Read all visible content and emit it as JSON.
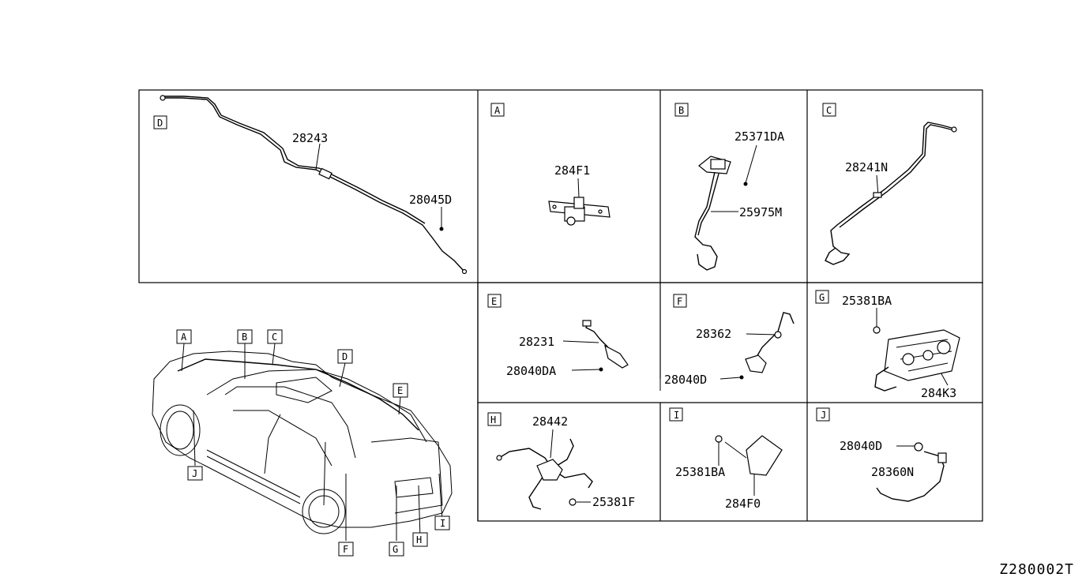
{
  "diagram_code": "Z280002T",
  "panels": {
    "D": {
      "letter": "D",
      "parts": [
        "28243",
        "28045D"
      ]
    },
    "A": {
      "letter": "A",
      "parts": [
        "284F1"
      ]
    },
    "B": {
      "letter": "B",
      "parts": [
        "25371DA",
        "25975M"
      ]
    },
    "C": {
      "letter": "C",
      "parts": [
        "28241N"
      ]
    },
    "E": {
      "letter": "E",
      "parts": [
        "28231",
        "28040DA"
      ]
    },
    "F": {
      "letter": "F",
      "parts": [
        "28362",
        "28040D"
      ]
    },
    "G": {
      "letter": "G",
      "parts": [
        "25381BA",
        "284K3"
      ]
    },
    "H": {
      "letter": "H",
      "parts": [
        "28442",
        "25381F"
      ]
    },
    "I": {
      "letter": "I",
      "parts": [
        "25381BA",
        "284F0"
      ]
    },
    "J": {
      "letter": "J",
      "parts": [
        "28040D",
        "28360N"
      ]
    }
  },
  "car_callouts": [
    "A",
    "B",
    "C",
    "D",
    "E",
    "F",
    "G",
    "H",
    "I",
    "J"
  ]
}
